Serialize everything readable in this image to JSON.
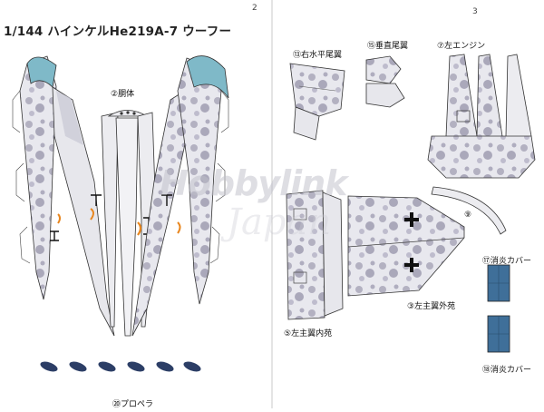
{
  "title": "1/144 ハインケルHe219A-7 ウーフー",
  "page_numbers": {
    "left": "2",
    "right": "3"
  },
  "watermark": {
    "main": "Hobbylink",
    "sub": "Japan"
  },
  "part_labels": {
    "fuselage": {
      "number": "②",
      "text": "胴体"
    },
    "right_tailplane": {
      "number": "⑬",
      "text": "右水平尾翼"
    },
    "vertical_tail": {
      "number": "⑮",
      "text": "垂直尾翼"
    },
    "left_engine": {
      "number": "⑦",
      "text": "左エンジン"
    },
    "part9": {
      "number": "⑨",
      "text": ""
    },
    "left_wing_outer": {
      "number": "③",
      "text": "左主翼外苑"
    },
    "left_wing_inner": {
      "number": "⑤",
      "text": "左主翼内苑"
    },
    "flame_damper_17": {
      "number": "⑰",
      "text": "消炎カバー"
    },
    "flame_damper_18": {
      "number": "⑱",
      "text": "消炎カバー"
    },
    "bottom_partial": {
      "number": "⑳",
      "text": "プロペラ"
    }
  },
  "colors": {
    "paper": "#ffffff",
    "outline": "#333333",
    "camo_light": "#e6e6ec",
    "camo_dark": "#8f8ea3",
    "canopy": "#7fb9c8",
    "damper": "#3f6f99",
    "prop": "#2c3e66",
    "orange": "#e8861e"
  }
}
